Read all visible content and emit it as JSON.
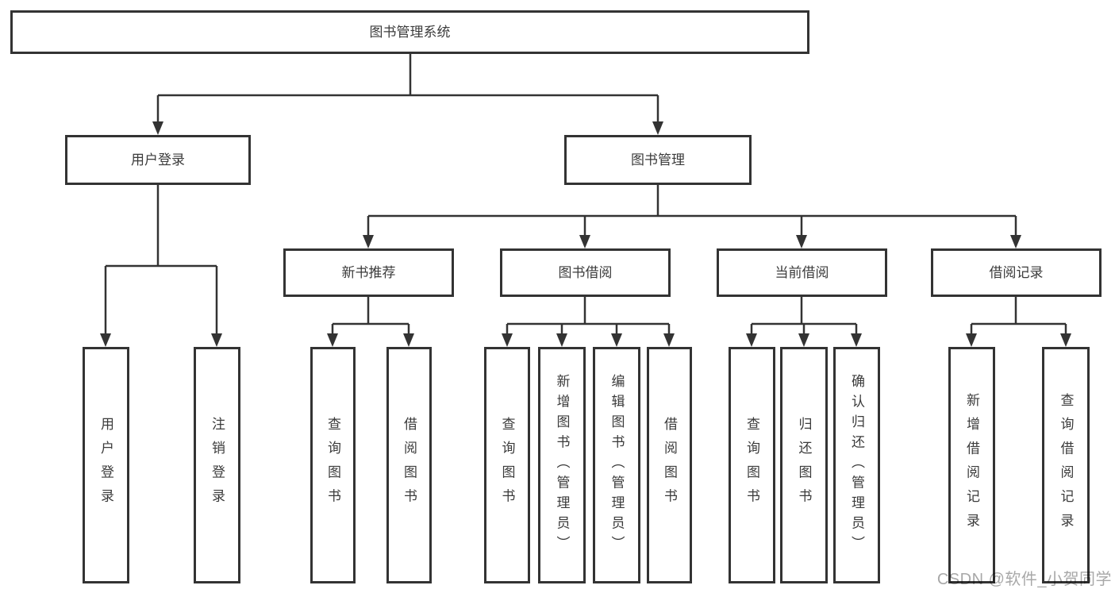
{
  "tree": {
    "root": {
      "label": "图书管理系统"
    },
    "children": [
      {
        "label": "用户登录",
        "children": [
          {
            "label": "用户登录"
          },
          {
            "label": "注销登录"
          }
        ]
      },
      {
        "label": "图书管理",
        "children": [
          {
            "label": "新书推荐",
            "children": [
              {
                "label": "查询图书"
              },
              {
                "label": "借阅图书"
              }
            ]
          },
          {
            "label": "图书借阅",
            "children": [
              {
                "label": "查询图书"
              },
              {
                "label": "新增图书（管理员）"
              },
              {
                "label": "编辑图书（管理员）"
              },
              {
                "label": "借阅图书"
              }
            ]
          },
          {
            "label": "当前借阅",
            "children": [
              {
                "label": "查询图书"
              },
              {
                "label": "归还图书"
              },
              {
                "label": "确认归还（管理员）"
              }
            ]
          },
          {
            "label": "借阅记录",
            "children": [
              {
                "label": "新增借阅记录"
              },
              {
                "label": "查询借阅记录"
              }
            ]
          }
        ]
      }
    ]
  },
  "watermark": {
    "text": "CSDN @软件_小贺同学"
  },
  "colors": {
    "line": "#333333",
    "box_border": "#333333",
    "text": "#3b3b3b",
    "background": "#ffffff",
    "watermark": "#a8a8a8"
  }
}
